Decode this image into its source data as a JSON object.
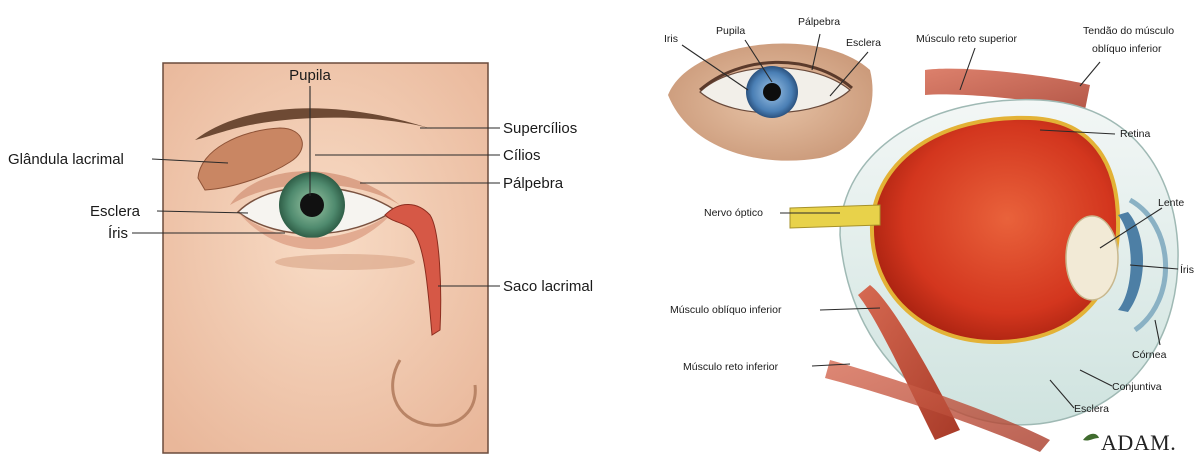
{
  "left_panel": {
    "labels": {
      "pupila": "Pupila",
      "supercilios": "Supercílios",
      "glandula_lacrimal": "Glândula lacrimal",
      "cilios": "Cílios",
      "palpebra": "Pálpebra",
      "esclera": "Esclera",
      "iris": "Íris",
      "saco_lacrimal": "Saco lacrimal"
    }
  },
  "right_panel": {
    "labels": {
      "iris": "Iris",
      "pupila": "Pupila",
      "palpebra": "Pálpebra",
      "esclera_top": "Esclera",
      "musculo_reto_superior": "Músculo reto superior",
      "tendao_line1": "Tendão do músculo",
      "tendao_line2": "oblíquo inferior",
      "retina": "Retina",
      "nervo_optico": "Nervo óptico",
      "lente": "Lente",
      "iris_side": "Íris",
      "musculo_obliquo_inferior": "Músculo oblíquo inferior",
      "musculo_reto_inferior": "Músculo reto inferior",
      "cornea": "Córnea",
      "conjuntiva": "Conjuntiva",
      "esclera_bottom": "Esclera"
    },
    "logo": "ADAM."
  },
  "colors": {
    "skin": "#f3cdb4",
    "iris_green": "#4f8a6e",
    "iris_blue": "#4a7fb5",
    "retina_red": "#d3361e",
    "sclera": "#e8f1ef",
    "muscle": "#c9543f"
  }
}
